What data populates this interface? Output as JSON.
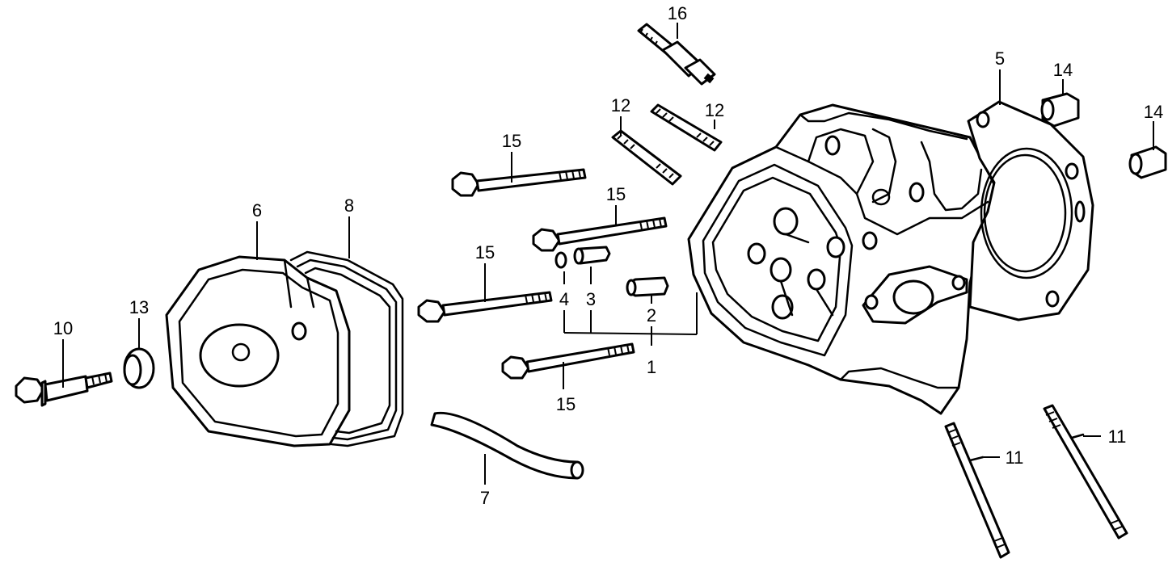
{
  "callouts": {
    "c1": "1",
    "c2": "2",
    "c3": "3",
    "c4": "4",
    "c5": "5",
    "c6": "6",
    "c7": "7",
    "c8": "8",
    "c10": "10",
    "c11a": "11",
    "c11b": "11",
    "c12a": "12",
    "c12b": "12",
    "c13": "13",
    "c14a": "14",
    "c14b": "14",
    "c15a": "15",
    "c15b": "15",
    "c15c": "15",
    "c15d": "15",
    "c16": "16"
  }
}
